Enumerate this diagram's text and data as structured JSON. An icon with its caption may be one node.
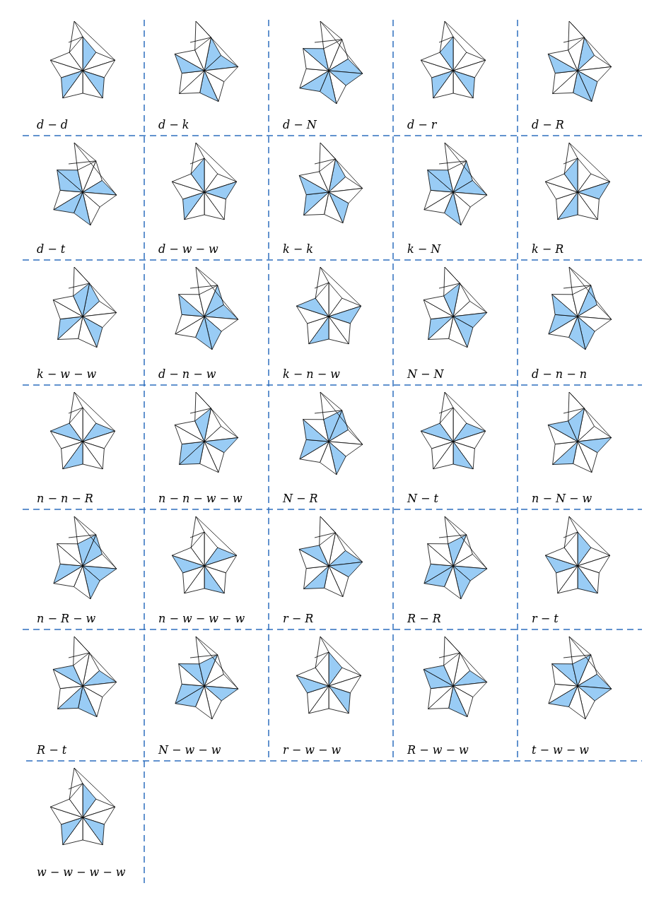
{
  "diagram": {
    "labels": [
      "d − d",
      "d − k",
      "d − N",
      "d − r",
      "d − R",
      "d − t",
      "d − w − w",
      "k − k",
      "k − N",
      "k − R",
      "k − w − w",
      "d − n − w",
      "k − n − w",
      "N − N",
      "d − n − n",
      "n − n − R",
      "n − n − w − w",
      "N − R",
      "N − t",
      "n − N − w",
      "n − R − w",
      "n − w − w − w",
      "r − R",
      "R − R",
      "r − t",
      "R − t",
      "N − w − w",
      "r − w − w",
      "R − w − w",
      "t − w − w",
      "w − w − w − w"
    ]
  }
}
